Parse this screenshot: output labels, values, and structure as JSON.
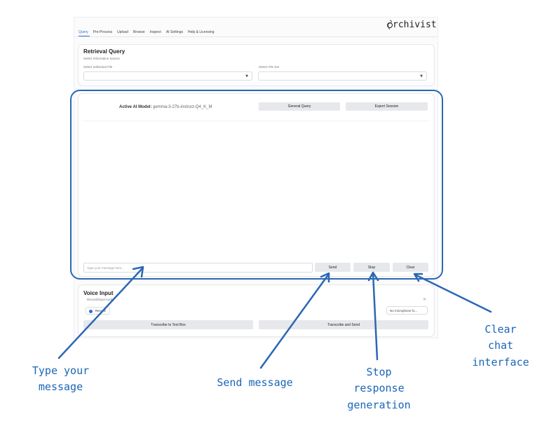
{
  "app": {
    "logo_text": "rchivist"
  },
  "tabs": [
    {
      "label": "Query",
      "active": true
    },
    {
      "label": "Pre-Process"
    },
    {
      "label": "Upload"
    },
    {
      "label": "Browse"
    },
    {
      "label": "Inspect"
    },
    {
      "label": "AI Settings"
    },
    {
      "label": "Help & Licensing"
    }
  ],
  "retrieval": {
    "title": "Retrieval Query",
    "subtitle": "Select Information Source",
    "file_label": "Select Individual File",
    "fileset_label": "Select File Set"
  },
  "chat": {
    "model_prefix": "Active AI Model:",
    "model_name": "gemma-3-27b-instruct-Q4_K_M",
    "general_query": "General Query",
    "export_session": "Export Session",
    "input_placeholder": "Type your message here...",
    "send": "Send",
    "stop": "Stop",
    "clear": "Clear"
  },
  "voice": {
    "title": "Voice Input",
    "recording_label": "Record/Input Audio",
    "record_button": "Record",
    "microphone": "No microphone fo...",
    "transcribe_box": "Transcribe to Text Box",
    "transcribe_send": "Transcribe and Send"
  },
  "annotations": {
    "type_message": "Type your\nmessage",
    "send_message": "Send message",
    "stop_generation": "Stop\nresponse\ngeneration",
    "clear_chat": "Clear\nchat\ninterface"
  },
  "colors": {
    "accent": "#3b6fd8",
    "annotation": "#2b67b3",
    "record_dot": "#2f6fd6"
  }
}
